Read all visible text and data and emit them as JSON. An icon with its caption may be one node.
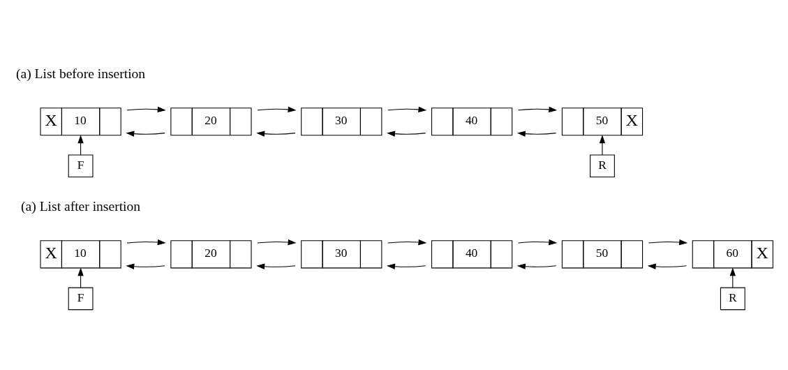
{
  "diagram": {
    "nodes": [
      {
        "text": [
          "X",
          "10"
        ]
      },
      {
        "text": [
          "20"
        ]
      },
      {
        "text": [
          "30"
        ]
      },
      {
        "text": [
          "40"
        ]
      },
      {
        "text": [
          "50",
          "X"
        ]
      },
      {
        "text": [
          "F"
        ]
      },
      {
        "text": [
          "R"
        ]
      },
      {
        "text": [
          "X",
          "10"
        ]
      },
      {
        "text": [
          "20"
        ]
      },
      {
        "text": [
          "30"
        ]
      },
      {
        "text": [
          "40"
        ]
      },
      {
        "text": [
          "50"
        ]
      },
      {
        "text": [
          "60",
          "X"
        ]
      },
      {
        "text": [
          "F"
        ]
      },
      {
        "text": [
          "R"
        ]
      }
    ],
    "edges": [
      {
        "from": 0,
        "to": 1,
        "arrow": "to"
      },
      {
        "from": 1,
        "to": 0,
        "arrow": "to"
      },
      {
        "from": 1,
        "to": 2,
        "arrow": "to"
      },
      {
        "from": 2,
        "to": 1,
        "arrow": "to"
      },
      {
        "from": 2,
        "to": 3,
        "arrow": "to"
      },
      {
        "from": 3,
        "to": 2,
        "arrow": "to"
      },
      {
        "from": 3,
        "to": 4,
        "arrow": "to"
      },
      {
        "from": 4,
        "to": 3,
        "arrow": "to"
      },
      {
        "from": 5,
        "to": 0,
        "arrow": "to"
      },
      {
        "from": 6,
        "to": 4,
        "arrow": "to"
      },
      {
        "from": 7,
        "to": 8,
        "arrow": "to"
      },
      {
        "from": 8,
        "to": 7,
        "arrow": "to"
      },
      {
        "from": 8,
        "to": 9,
        "arrow": "to"
      },
      {
        "from": 9,
        "to": 8,
        "arrow": "to"
      },
      {
        "from": 9,
        "to": 10,
        "arrow": "to"
      },
      {
        "from": 10,
        "to": 9,
        "arrow": "to"
      },
      {
        "from": 10,
        "to": 11,
        "arrow": "to"
      },
      {
        "from": 11,
        "to": 10,
        "arrow": "to"
      },
      {
        "from": 11,
        "to": 12,
        "arrow": "to"
      },
      {
        "from": 12,
        "to": 11,
        "arrow": "to"
      },
      {
        "from": 13,
        "to": 7,
        "arrow": "to"
      },
      {
        "from": 14,
        "to": 12,
        "arrow": "to"
      }
    ],
    "labels": [
      "(a) List before insertion",
      "(a) List after insertion"
    ]
  }
}
